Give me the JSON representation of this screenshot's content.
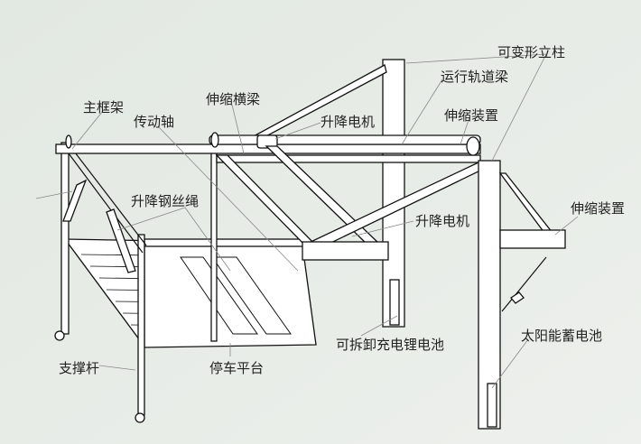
{
  "labels": {
    "deformable_column": "可变形立柱",
    "track_beam": "运行轨道梁",
    "main_frame": "主框架",
    "telescopic_beam": "伸缩横梁",
    "drive_shaft": "传动轴",
    "lift_motor_top": "升降电机",
    "telescopic_device_top": "伸缩装置",
    "lift_wire_rope": "升降钢丝绳",
    "telescopic_device_right": "伸缩装置",
    "lift_motor_mid": "升降电机",
    "removable_battery": "可拆卸充电锂电池",
    "solar_battery": "太阳能蓄电池",
    "support_rod": "支撑杆",
    "parking_platform": "停车平台"
  },
  "colors": {
    "background": "#e6ebe6",
    "line": "#111111"
  }
}
